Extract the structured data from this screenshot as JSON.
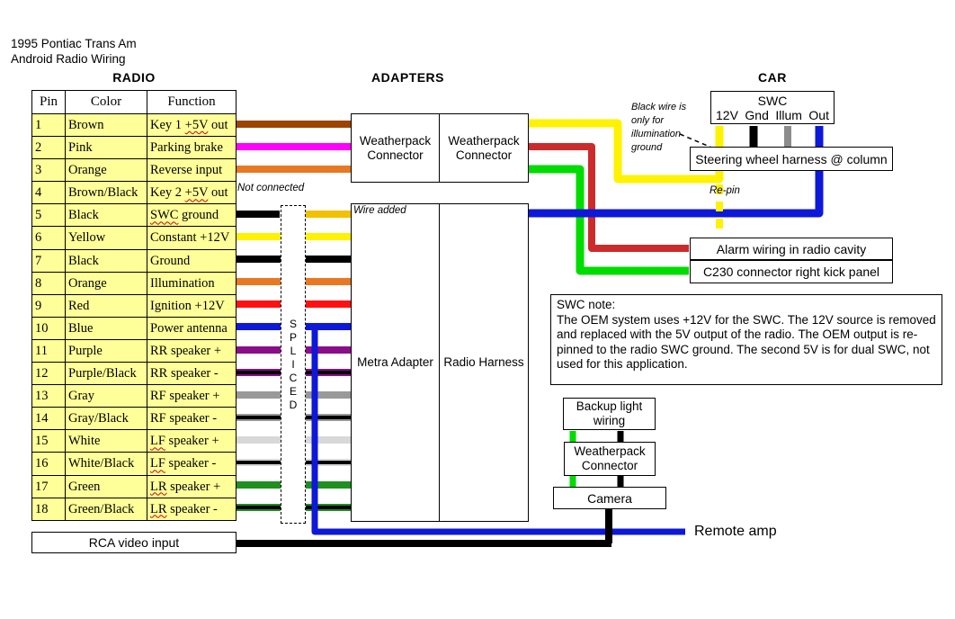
{
  "title": {
    "line1": "1995 Pontiac Trans Am",
    "line2": "Android Radio Wiring"
  },
  "headings": {
    "radio": "RADIO",
    "adapters": "ADAPTERS",
    "car": "CAR"
  },
  "radio_table": {
    "headers": [
      "Pin",
      "Color",
      "Function"
    ],
    "rows": [
      {
        "pin": "1",
        "color": "Brown",
        "function": "Key 1 +5V out",
        "squiggle": [
          "+5V"
        ],
        "wire": {
          "style": "solid",
          "color": "brown"
        }
      },
      {
        "pin": "2",
        "color": "Pink",
        "function": "Parking brake",
        "wire": {
          "style": "solid",
          "color": "pink"
        }
      },
      {
        "pin": "3",
        "color": "Orange",
        "function": "Reverse input",
        "wire": {
          "style": "solid",
          "color": "orange"
        }
      },
      {
        "pin": "4",
        "color": "Brown/Black",
        "function": "Key 2 +5V out",
        "squiggle": [
          "+5V"
        ],
        "wire": {
          "style": "none"
        }
      },
      {
        "pin": "5",
        "color": "Black",
        "function": "SWC ground",
        "squiggle": [
          "SWC"
        ],
        "wire": {
          "style": "split",
          "color": "black",
          "color2": "gold"
        }
      },
      {
        "pin": "6",
        "color": "Yellow",
        "function": "Constant +12V",
        "wire": {
          "style": "solid",
          "color": "yellow"
        }
      },
      {
        "pin": "7",
        "color": "Black",
        "function": "Ground",
        "wire": {
          "style": "solid",
          "color": "black"
        }
      },
      {
        "pin": "8",
        "color": "Orange",
        "function": "Illumination",
        "wire": {
          "style": "solid",
          "color": "orange"
        }
      },
      {
        "pin": "9",
        "color": "Red",
        "function": "Ignition +12V",
        "wire": {
          "style": "solid",
          "color": "red"
        }
      },
      {
        "pin": "10",
        "color": "Blue",
        "function": "Power antenna",
        "wire": {
          "style": "solid",
          "color": "blue"
        }
      },
      {
        "pin": "11",
        "color": "Purple",
        "function": "RR speaker +",
        "wire": {
          "style": "solid",
          "color": "purple"
        }
      },
      {
        "pin": "12",
        "color": "Purple/Black",
        "function": "RR speaker -",
        "wire": {
          "style": "striped",
          "color": "purple"
        }
      },
      {
        "pin": "13",
        "color": "Gray",
        "function": "RF speaker +",
        "wire": {
          "style": "solid",
          "color": "gray"
        }
      },
      {
        "pin": "14",
        "color": "Gray/Black",
        "function": "RF speaker -",
        "wire": {
          "style": "striped",
          "color": "gray"
        }
      },
      {
        "pin": "15",
        "color": "White",
        "function": "LF speaker +",
        "squiggle": [
          "LF"
        ],
        "wire": {
          "style": "solid",
          "color": "white_wire"
        }
      },
      {
        "pin": "16",
        "color": "White/Black",
        "function": "LF speaker -",
        "squiggle": [
          "LF"
        ],
        "wire": {
          "style": "striped",
          "color": "white_wire"
        }
      },
      {
        "pin": "17",
        "color": "Green",
        "function": "LR speaker +",
        "squiggle": [
          "LR"
        ],
        "wire": {
          "style": "solid",
          "color": "green"
        }
      },
      {
        "pin": "18",
        "color": "Green/Black",
        "function": "LR speaker -",
        "squiggle": [
          "LR"
        ],
        "wire": {
          "style": "striped",
          "color": "green"
        }
      }
    ]
  },
  "boxes": {
    "wp_top_left": "Weatherpack Connector",
    "wp_top_right": "Weatherpack Connector",
    "metra": "Metra Adapter",
    "radio_harness": "Radio Harness",
    "steering": "Steering wheel harness @ column",
    "alarm": "Alarm wiring in radio cavity",
    "c230": "C230 connector right kick panel",
    "backup": "Backup light wiring",
    "wp_bottom": "Weatherpack Connector",
    "camera": "Camera",
    "rca": "RCA video input"
  },
  "swc": {
    "title": "SWC",
    "pins": [
      "12V",
      "Gnd",
      "Illum",
      "Out"
    ]
  },
  "swc_note": {
    "heading": "SWC note:",
    "body": "The OEM system uses +12V for the SWC. The 12V source is removed and replaced with the 5V output of the radio. The OEM output is re-pinned to the radio SWC ground. The second 5V is for dual SWC, not used for this application."
  },
  "annotations": {
    "not_connected": "Not connected",
    "wire_added": "Wire added",
    "re_pin": "Re-pin",
    "black_wire_note": "Black wire is only for illumination ground",
    "remote_amp": "Remote amp",
    "spliced": "SPLICED"
  },
  "colors": {
    "brown": "#9C4400",
    "pink": "#FF00FF",
    "orange": "#E87822",
    "black": "#000000",
    "yellow": "#FFF200",
    "red": "#FF1111",
    "blue": "#0D18D8",
    "purple": "#8A0E8A",
    "gray": "#999999",
    "white_wire": "#D8D8D8",
    "green": "#1F8F1F",
    "gold": "#F2C101",
    "bright_green": "#00DC00",
    "alarm_red": "#CC2B2B",
    "swc_gray": "#8C8C8C",
    "row_bg": "#FFFF99"
  }
}
